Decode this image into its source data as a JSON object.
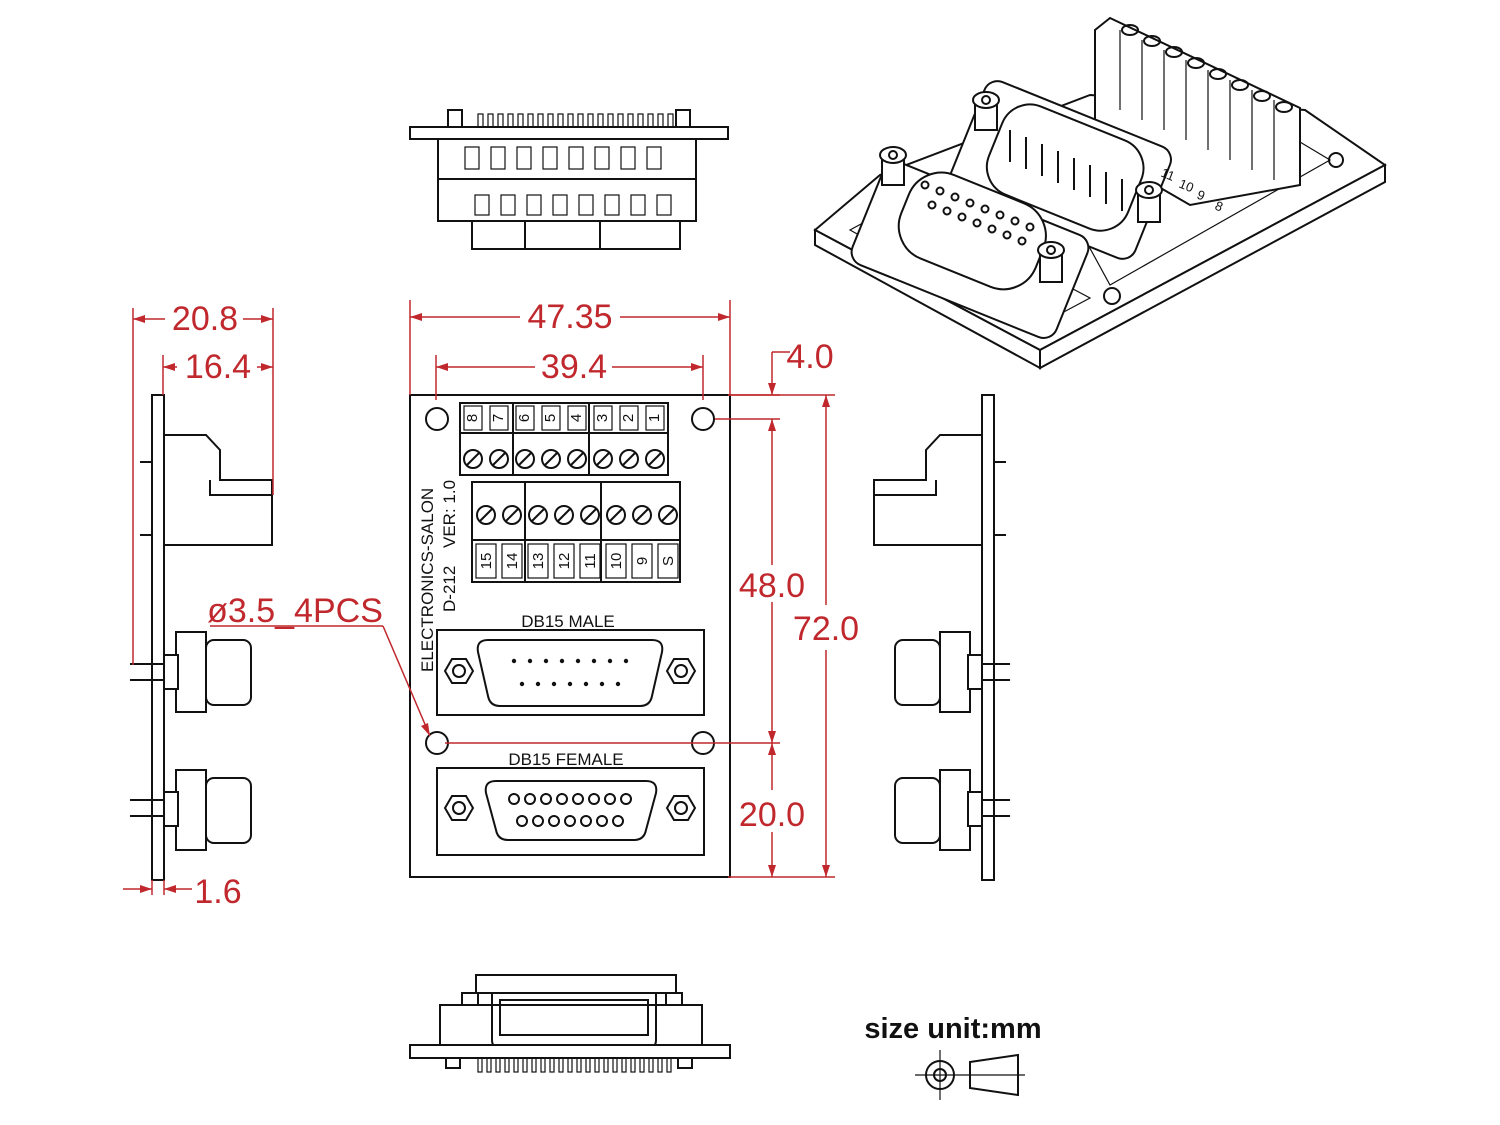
{
  "dimensions": {
    "overall_width": "47.35",
    "terminal_width": "39.4",
    "side_depth": "20.8",
    "side_inner": "16.4",
    "edge_offset": "4.0",
    "hole_spacing": "48.0",
    "overall_height": "72.0",
    "bottom_offset": "20.0",
    "board_thickness": "1.6",
    "mount_hole": "ø3.5_4PCS"
  },
  "board": {
    "brand": "ELECTRONICS-SALON",
    "version": "VER: 1.0",
    "model": "D-212",
    "male_label": "DB15 MALE",
    "female_label": "DB15 FEMALE",
    "top_pins": [
      "8",
      "7",
      "6",
      "5",
      "4",
      "3",
      "2",
      "1"
    ],
    "bottom_pins": [
      "15",
      "14",
      "13",
      "12",
      "11",
      "10",
      "9",
      "S"
    ]
  },
  "iso_view": {
    "pins": [
      "11",
      "10",
      "9",
      "8"
    ]
  },
  "legend": {
    "unit_text": "size unit:mm"
  },
  "colors": {
    "dimension": "#c0282d",
    "line": "#111111"
  }
}
